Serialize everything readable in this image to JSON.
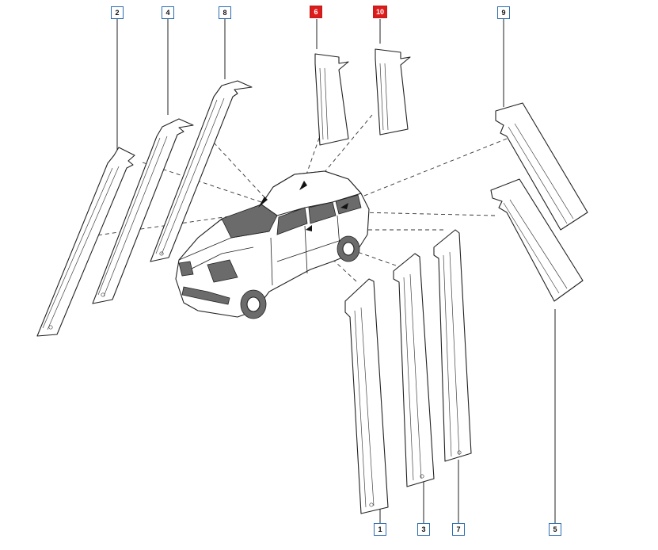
{
  "callouts": {
    "c1": "1",
    "c2": "2",
    "c3": "3",
    "c4": "4",
    "c5": "5",
    "c6": "6",
    "c7": "7",
    "c8": "8",
    "c9": "9",
    "c10": "10"
  },
  "highlighted_callouts": [
    "6",
    "10"
  ],
  "colors": {
    "callout_border": "#2b6cb0",
    "highlight_fill": "#e01b1b",
    "line": "#222222"
  }
}
